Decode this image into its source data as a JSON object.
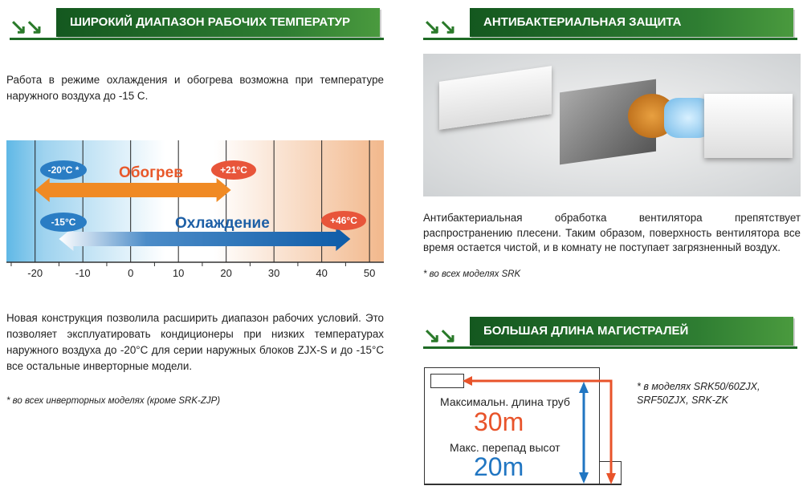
{
  "left": {
    "header": "ШИРОКИЙ ДИАПАЗОН РАБОЧИХ ТЕМПЕРАТУР",
    "intro": "Работа в режиме охлаждения и обогрева возможна при температуре наружного воздуха до -15 С.",
    "chart": {
      "heating_label": "Обогрев",
      "cooling_label": "Охлаждение",
      "heating_min": "-20°C *",
      "heating_max": "+21°C",
      "cooling_min": "-15°C",
      "cooling_max": "+46°C",
      "ticks": [
        "-20",
        "-10",
        "0",
        "10",
        "20",
        "30",
        "40",
        "50"
      ]
    },
    "body": "Новая конструкция позволила расширить диапазон рабочих условий. Это позволяет эксплуатировать кондиционеры при низких температурах наружного воздуха до -20°C для серии наружных блоков ZJX-S и до -15°C все остальные инверторные модели.",
    "note": "* во всех инверторных моделях (кроме SRK-ZJP)"
  },
  "chart_data": {
    "type": "range",
    "xlim": [
      -26,
      53
    ],
    "ticks": [
      -20,
      -10,
      0,
      10,
      20,
      30,
      40,
      50
    ],
    "series": [
      {
        "name": "Обогрев",
        "min": -20,
        "max": 21,
        "color": "#f08a24"
      },
      {
        "name": "Охлаждение",
        "min": -15,
        "max": 46,
        "color": "#1d67b0"
      }
    ]
  },
  "right": {
    "header1": "АНТИБАКТЕРИАЛЬНАЯ ЗАЩИТА",
    "body1": "Антибактериальная обработка вентилятора препятствует распространению плесени. Таким образом, поверхность вентилятора все время остается чистой, и в комнату не поступает загрязненный воздух.",
    "note1": "* во всех моделях SRK",
    "header2": "БОЛЬШАЯ ДЛИНА МАГИСТРАЛЕЙ",
    "pipe_length_label": "Максимальн. длина труб",
    "pipe_length_value": "30m",
    "height_label": "Макс. перепад высот",
    "height_value": "20m",
    "note2_line1": "* в моделях SRK50/60ZJX,",
    "note2_line2": "SRF50ZJX, SRK-ZK"
  }
}
